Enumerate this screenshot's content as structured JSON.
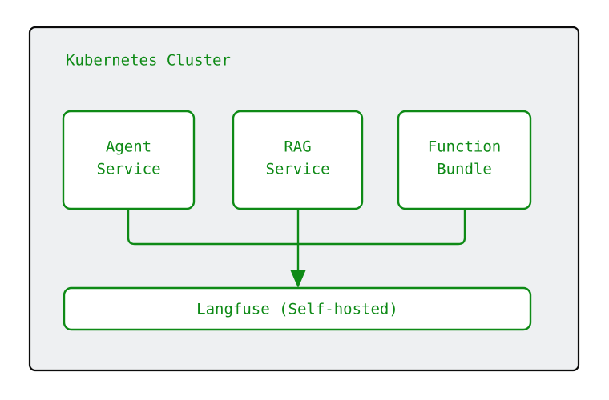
{
  "diagram": {
    "kind": "flowchart",
    "direction": "top-down",
    "background": "#ffffff",
    "colors": {
      "cluster_fill": "#eef0f2",
      "cluster_stroke": "#0b0b0b",
      "node_fill": "#ffffff",
      "node_stroke": "#0e8a16",
      "edge_stroke": "#0e8a16",
      "label_text": "#0e8a16"
    },
    "cluster": {
      "title": "Kubernetes Cluster"
    },
    "services": [
      {
        "id": "agent-service",
        "line1": "Agent",
        "line2": "Service"
      },
      {
        "id": "rag-service",
        "line1": "RAG",
        "line2": "Service"
      },
      {
        "id": "function-bundle",
        "line1": "Function",
        "line2": "Bundle"
      }
    ],
    "sink": {
      "id": "langfuse",
      "label": "Langfuse (Self-hosted)"
    },
    "edges": [
      {
        "from": "agent-service",
        "to": "langfuse",
        "arrow": false
      },
      {
        "from": "rag-service",
        "to": "langfuse",
        "arrow": true
      },
      {
        "from": "function-bundle",
        "to": "langfuse",
        "arrow": false
      }
    ]
  }
}
